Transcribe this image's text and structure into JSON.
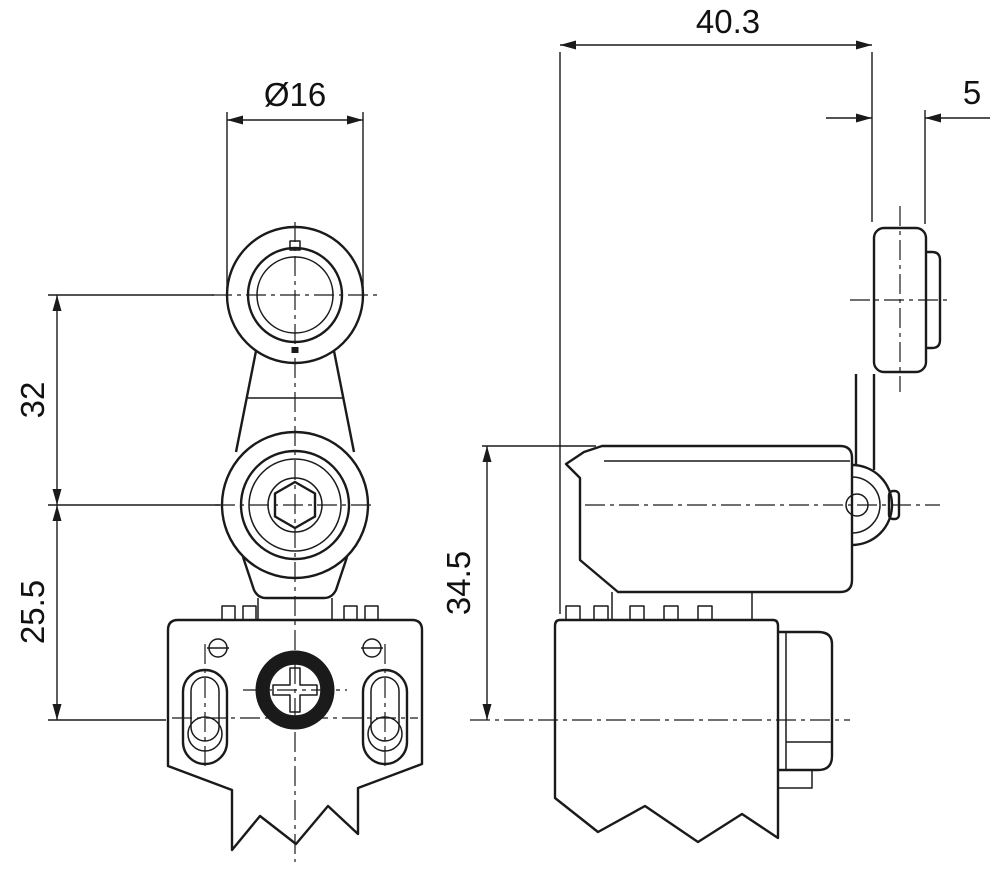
{
  "drawing": {
    "kind": "technical-dimension-drawing",
    "subject": "limit-switch-with-roller-lever",
    "background_color": "#ffffff",
    "line_color": "#1a1a1a",
    "dimensions": {
      "roller_diameter": "Ø16",
      "lever_center_distance": "32",
      "hub_to_mounting_axis": "25.5",
      "overall_depth": "40.3",
      "roller_width": "5",
      "head_to_mounting_axis": "34.5"
    }
  }
}
